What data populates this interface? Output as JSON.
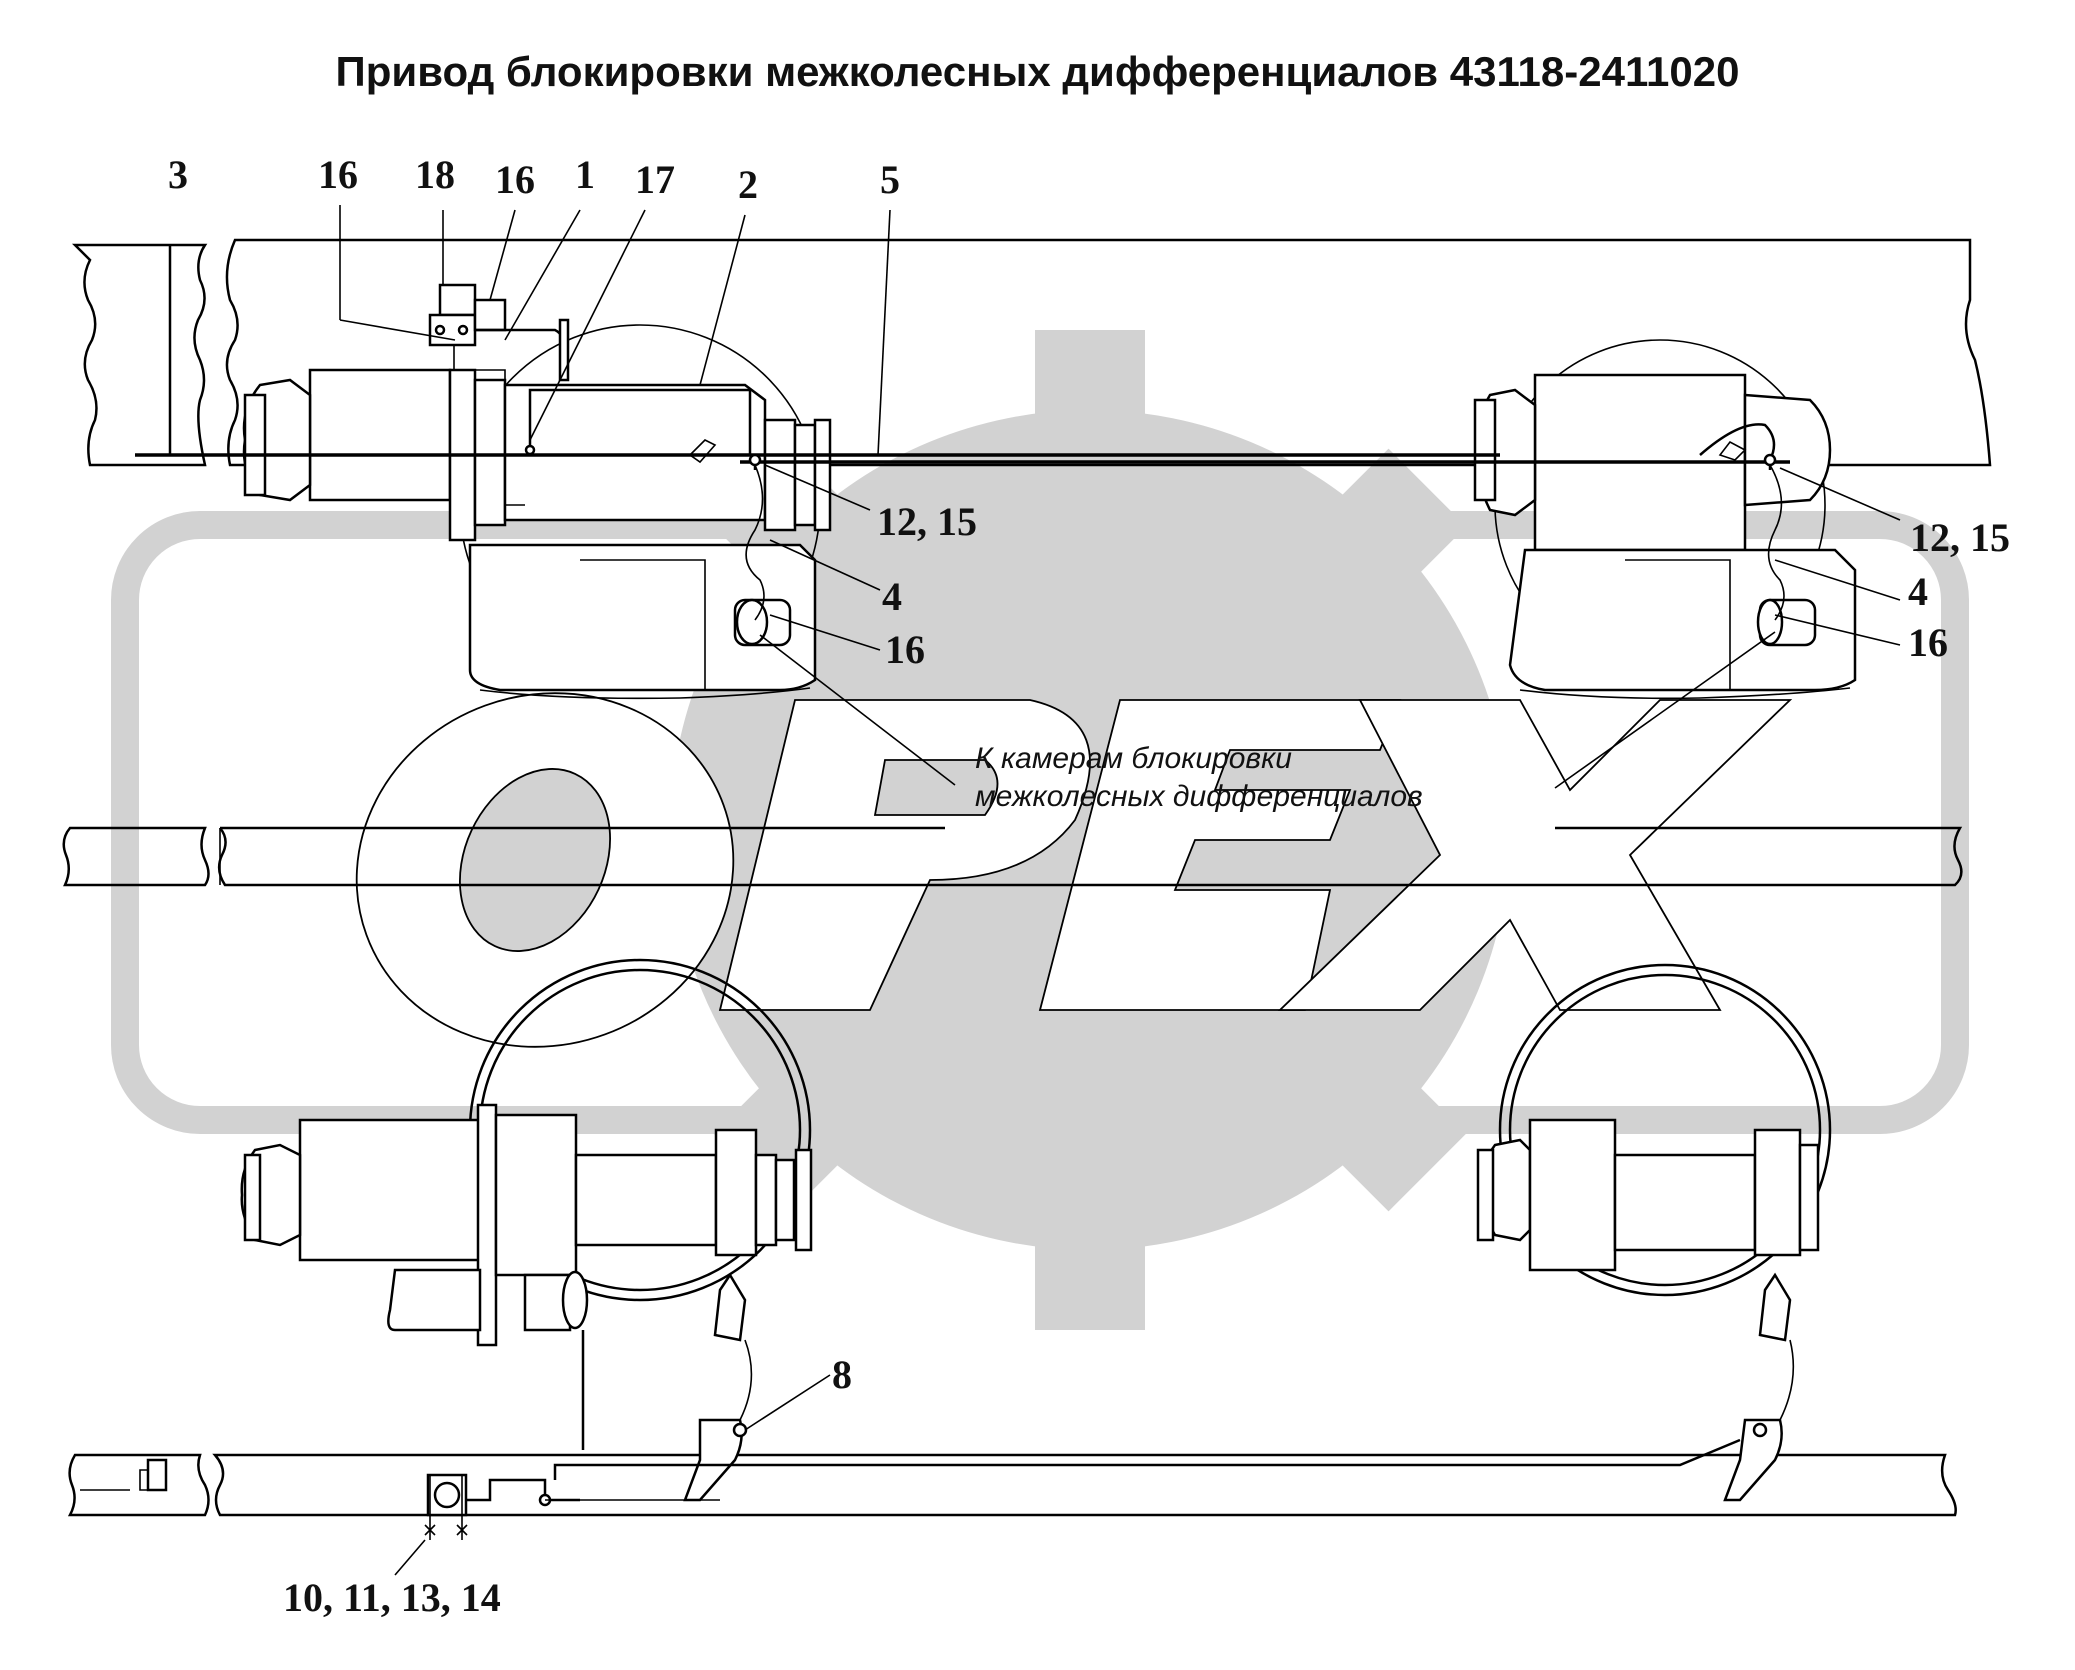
{
  "title": "Привод блокировки межколесных дифференциалов 43118-2411020",
  "labels": {
    "l3": "3",
    "l16a": "16",
    "l18": "18",
    "l16b": "16",
    "l1": "1",
    "l17": "17",
    "l2": "2",
    "l5": "5",
    "l12_15a": "12, 15",
    "l4a": "4",
    "l16c": "16",
    "l12_15b": "12, 15",
    "l4b": "4",
    "l16d": "16",
    "l8": "8",
    "l10_14": "10, 11, 13, 14"
  },
  "note": {
    "line1": "К камерам блокировки",
    "line2": "межколесных дифференциалов"
  },
  "watermark": {
    "text": "ОРЕХ",
    "color": "#d2d2d2"
  }
}
